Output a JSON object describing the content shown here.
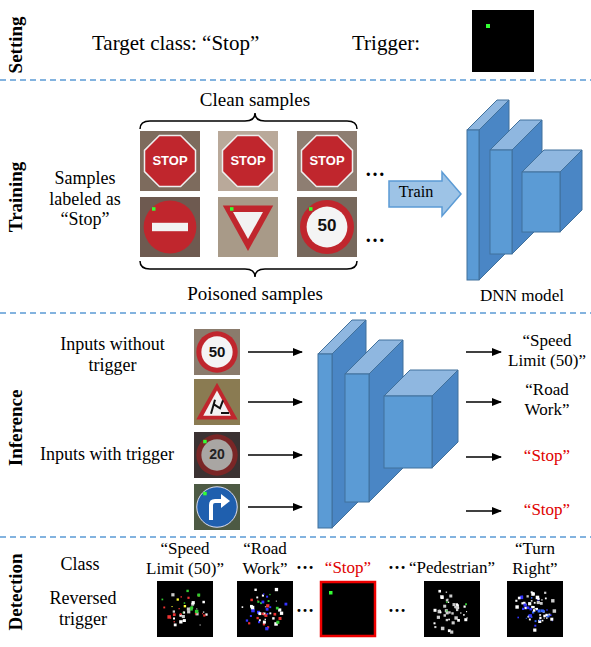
{
  "diagram": {
    "nodes": [
      {
        "text": [
          "Train"
        ]
      },
      {
        "text": [
          "DNN model"
        ]
      }
    ],
    "labels": [
      "Setting",
      "Training",
      "Inference",
      "Detection",
      "Target class: “Stop”",
      "Trigger:",
      "Clean samples",
      "Samples labeled as “Stop”",
      "…",
      "…",
      "Poisoned samples",
      "STOP",
      "STOP",
      "STOP",
      "50",
      "Inputs without trigger",
      "Inputs with trigger",
      "50",
      "20",
      "“Speed Limit (50)”",
      "“Road Work”",
      "“Stop”",
      "“Stop”",
      "Class",
      "Reversed trigger",
      "“Speed Limit (50)”",
      "“Road Work”",
      "…",
      "“Stop”",
      "…",
      "“Pedestrian”",
      "“Turn Right”",
      "…",
      "…"
    ]
  }
}
